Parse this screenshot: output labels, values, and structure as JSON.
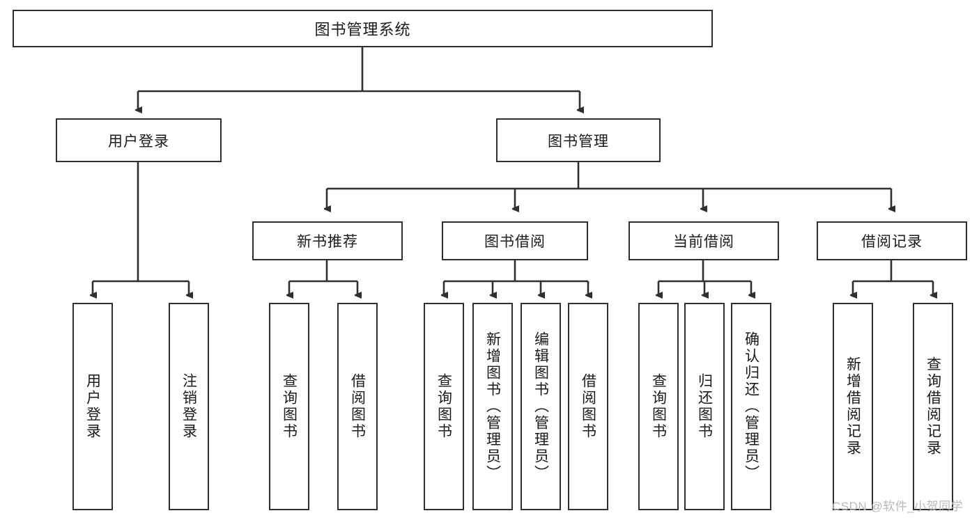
{
  "diagram": {
    "type": "tree",
    "title": "图书管理系统",
    "orientation": "top-down",
    "watermark": "CSDN @软件_小贺同学",
    "colors": {
      "box_border": "#2f2f2f",
      "box_fill": "#ffffff",
      "connector": "#2f2f2f",
      "text": "#1a1a1a",
      "watermark": "#b9b9b9"
    },
    "nodes": {
      "root": {
        "label": "图书管理系统"
      },
      "level2": [
        {
          "label": "用户登录"
        },
        {
          "label": "图书管理"
        }
      ],
      "level3": [
        {
          "label": "新书推荐"
        },
        {
          "label": "图书借阅"
        },
        {
          "label": "当前借阅"
        },
        {
          "label": "借阅记录"
        }
      ],
      "leaves": {
        "user_login": [
          {
            "label": "用户登录"
          },
          {
            "label": "注销登录"
          }
        ],
        "new_book": [
          {
            "label": "查询图书"
          },
          {
            "label": "借阅图书"
          }
        ],
        "borrow": [
          {
            "label": "查询图书"
          },
          {
            "label": "新增图书（管理员）"
          },
          {
            "label": "编辑图书（管理员）"
          },
          {
            "label": "借阅图书"
          }
        ],
        "current": [
          {
            "label": "查询图书"
          },
          {
            "label": "归还图书"
          },
          {
            "label": "确认归还（管理员）"
          }
        ],
        "records": [
          {
            "label": "新增借阅记录"
          },
          {
            "label": "查询借阅记录"
          }
        ]
      }
    }
  }
}
